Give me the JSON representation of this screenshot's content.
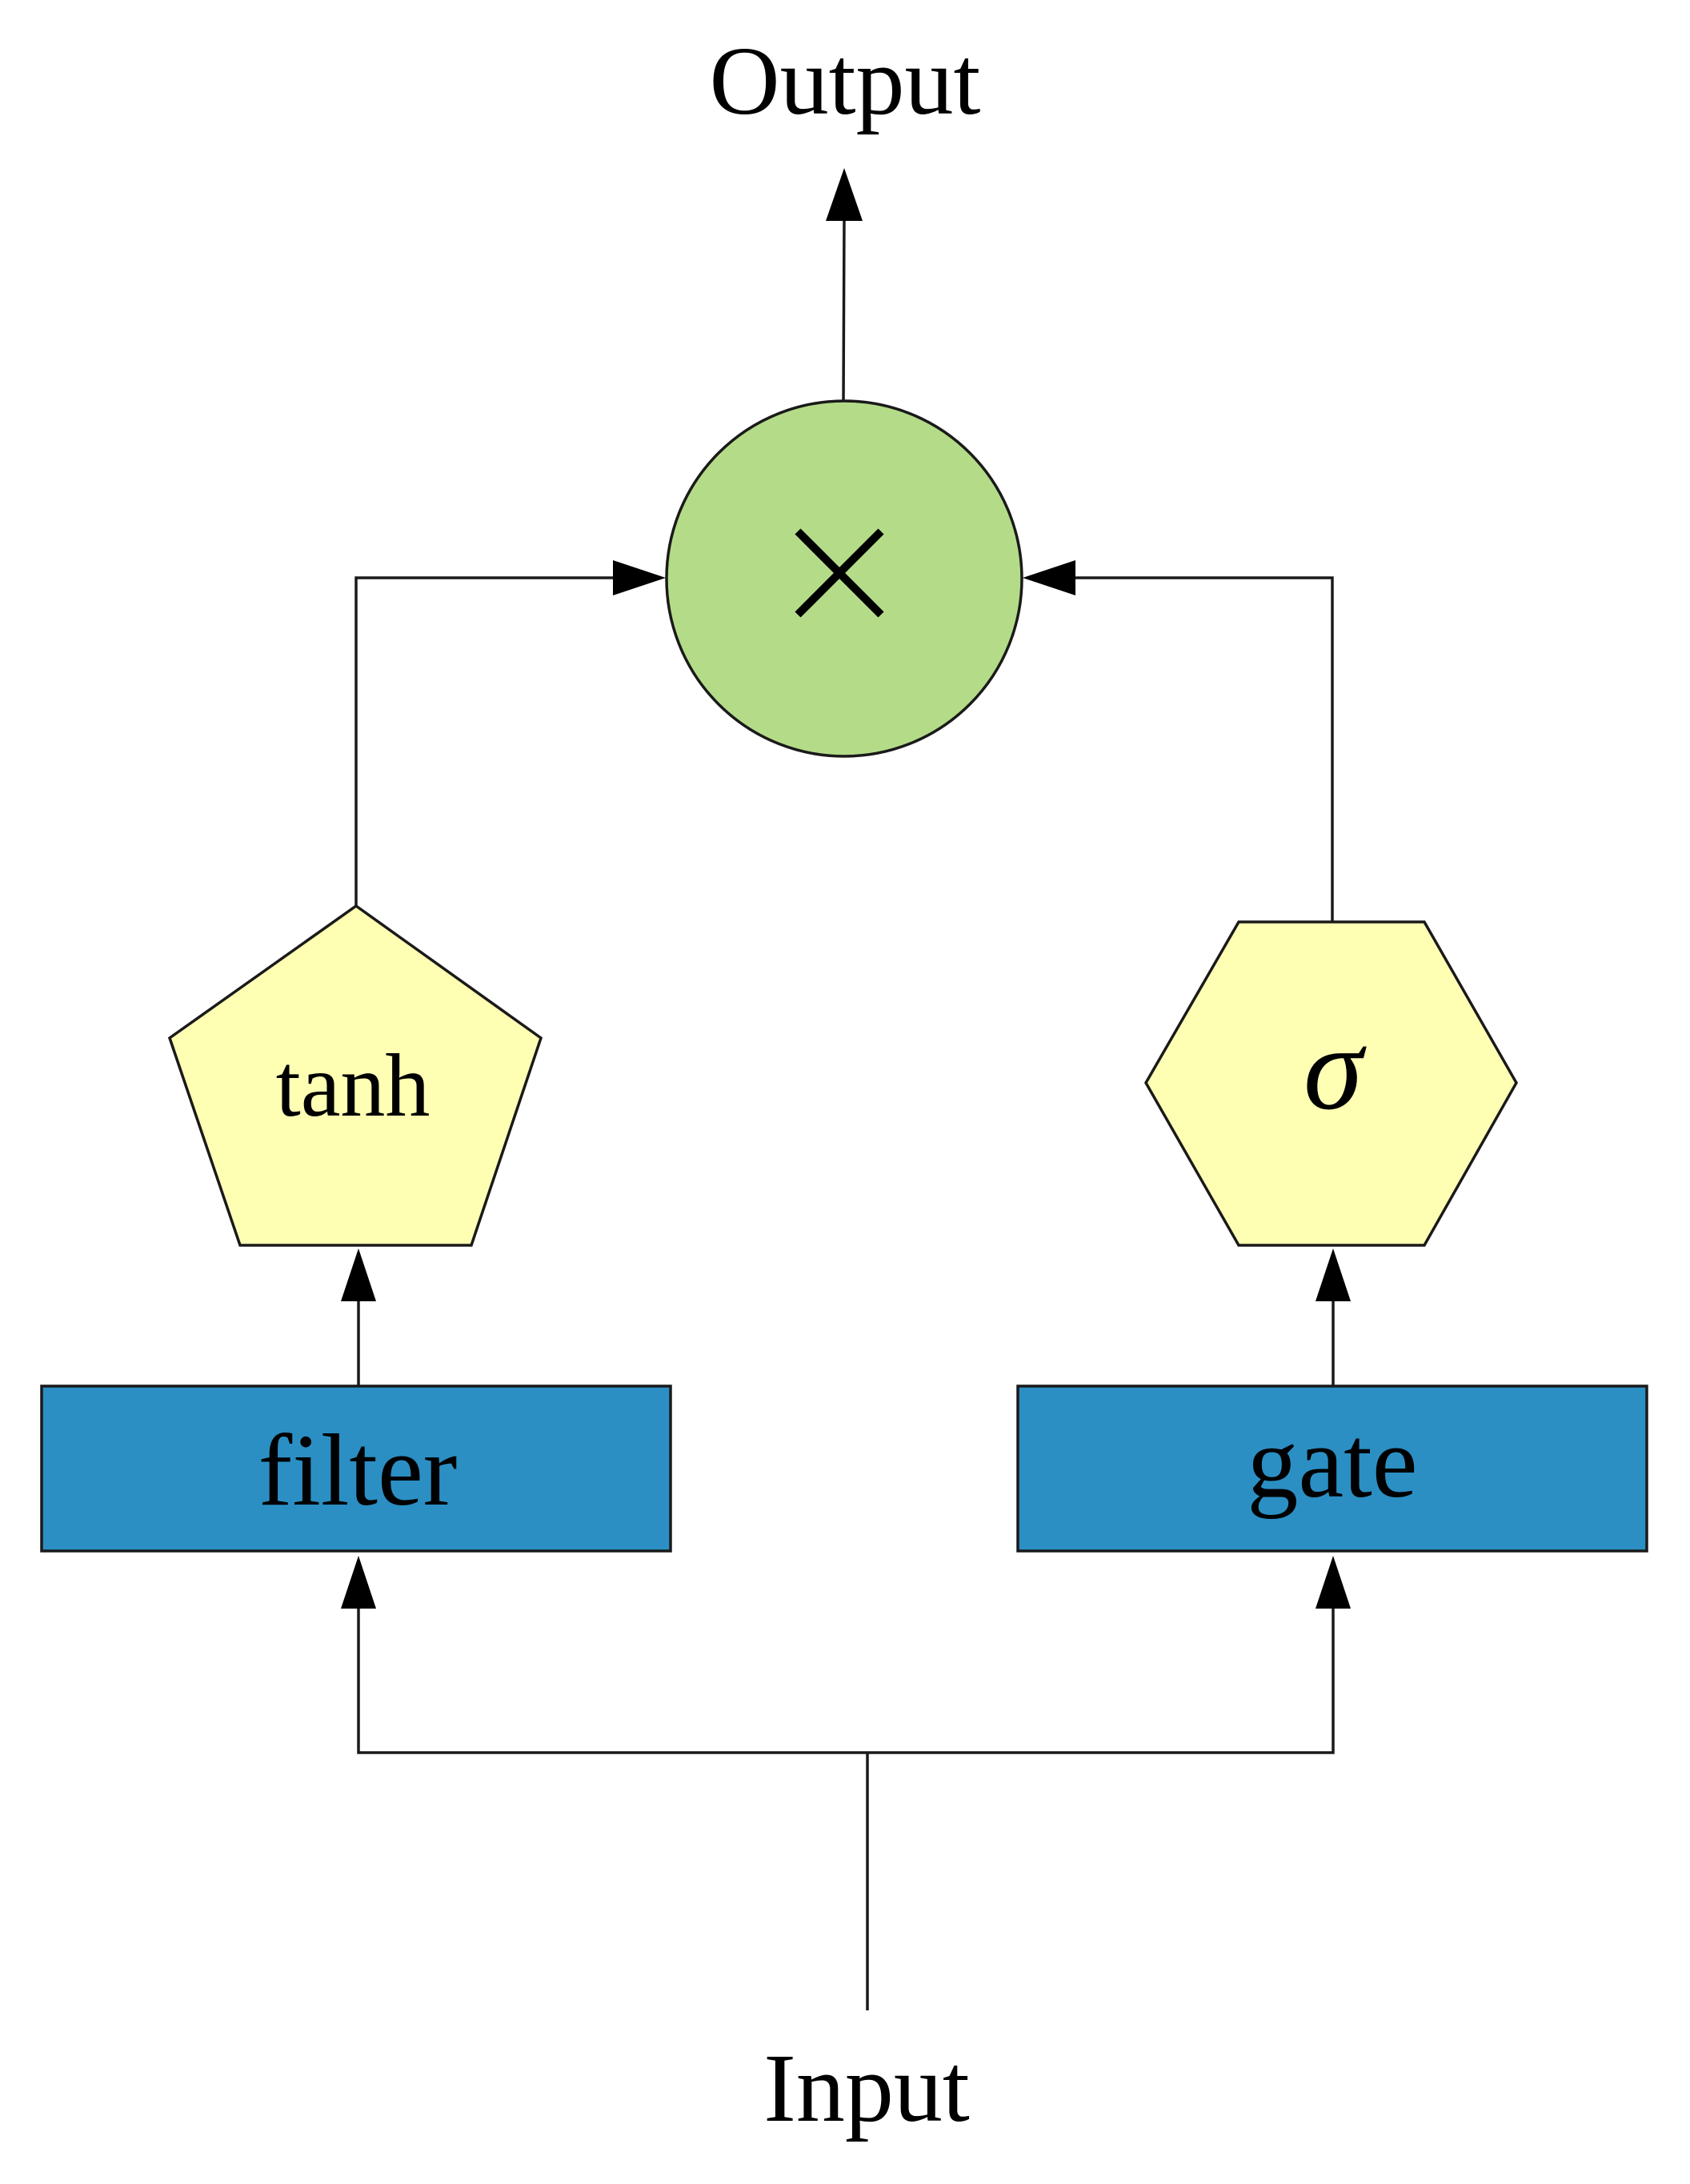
{
  "labels": {
    "output": "Output",
    "input": "Input",
    "filter": "filter",
    "gate": "gate",
    "tanh": "tanh",
    "sigma": "σ",
    "multiply": "×"
  },
  "colors": {
    "multiply_fill": "#b4dc88",
    "activation_fill": "#ffffb4",
    "block_fill": "#2b8fc4",
    "line": "#1a1a1a"
  },
  "icons": {
    "multiply": "multiply-icon"
  }
}
